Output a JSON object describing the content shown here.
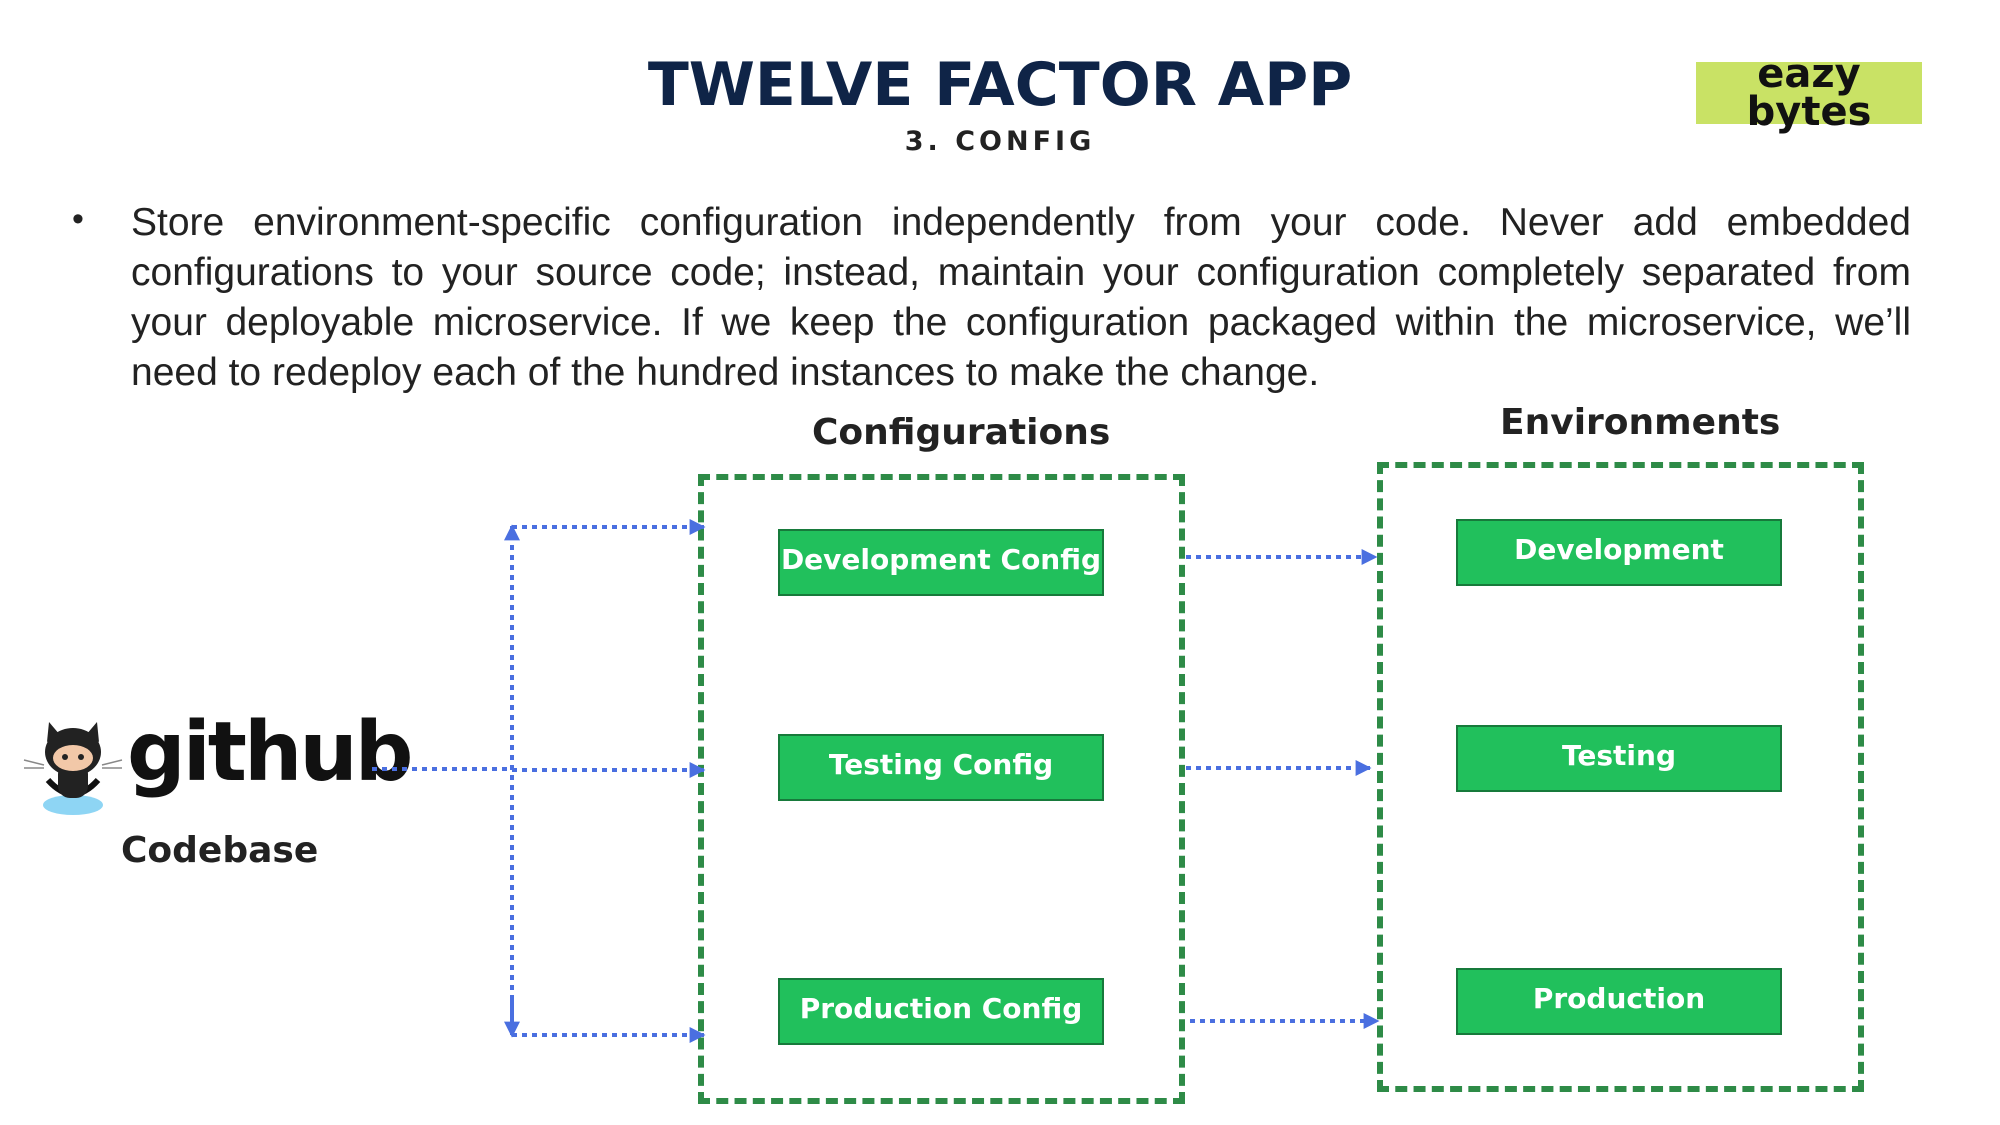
{
  "header": {
    "title": "TWELVE FACTOR APP",
    "subtitle": "3. CONFIG"
  },
  "logo": {
    "text": "eazy\nbytes",
    "line1": "eazy",
    "line2": "bytes",
    "color": "#c9e265"
  },
  "bullet": {
    "text": "Store environment-specific configuration independently from your code. Never add embedded configurations to your source code; instead, maintain your configuration completely separated from your deployable microservice. If we keep the configuration packaged within the microservice, we’ll need to redeploy each of the hundred instances to make the change."
  },
  "diagram": {
    "source": {
      "logo_text": "github",
      "label": "Codebase"
    },
    "configurations": {
      "heading": "Configurations",
      "items": [
        "Development Config",
        "Testing Config",
        "Production Config"
      ]
    },
    "environments": {
      "heading": "Environments",
      "items": [
        "Development",
        "Testing",
        "Production"
      ]
    },
    "colors": {
      "box_fill": "#21c05c",
      "dashed_border": "#2e8b47",
      "arrow": "#4a6fe0",
      "title": "#0f2447"
    }
  }
}
